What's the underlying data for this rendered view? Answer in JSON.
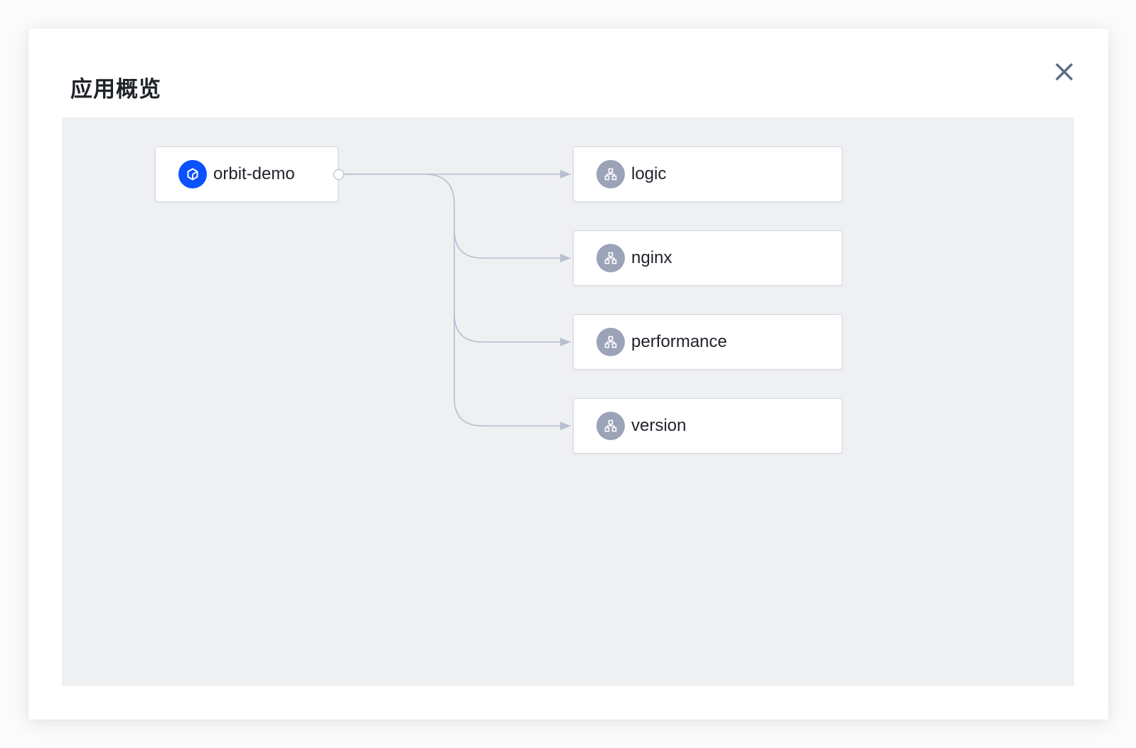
{
  "modal": {
    "title": "应用概览",
    "close_icon": "close-icon"
  },
  "graph": {
    "root": {
      "label": "orbit-demo",
      "icon": "app-cube-icon"
    },
    "children": [
      {
        "label": "logic",
        "icon": "service-tree-icon"
      },
      {
        "label": "nginx",
        "icon": "service-tree-icon"
      },
      {
        "label": "performance",
        "icon": "service-tree-icon"
      },
      {
        "label": "version",
        "icon": "service-tree-icon"
      }
    ]
  },
  "colors": {
    "accent": "#0a52ff",
    "service_icon": "#9aa3b7",
    "edge": "#b7bfcf",
    "canvas": "#eff0f2"
  }
}
